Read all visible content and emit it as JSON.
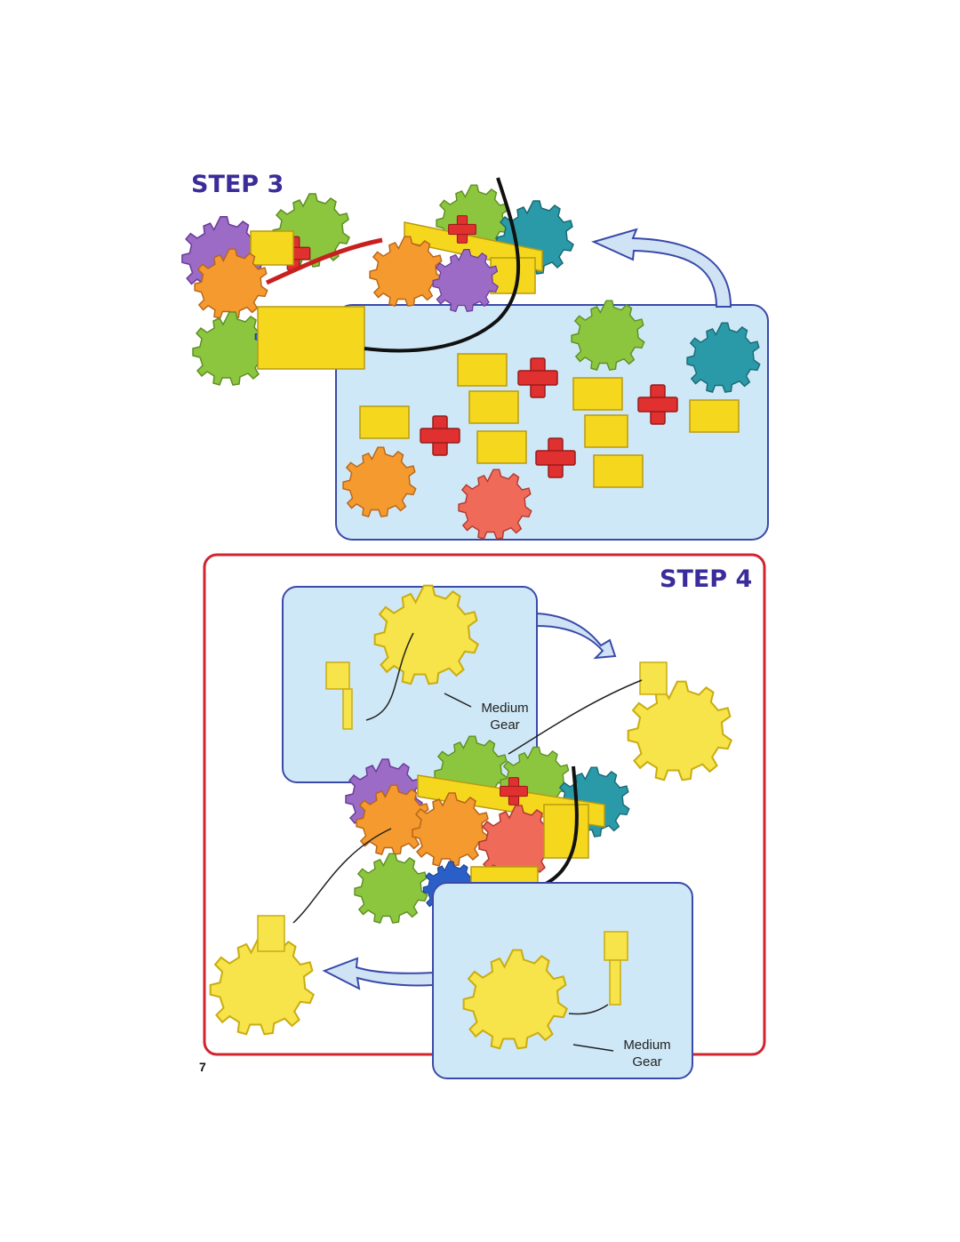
{
  "step3": {
    "title": "STEP 3"
  },
  "step4": {
    "title": "STEP 4",
    "callout_top": {
      "line1": "Medium",
      "line2": "Gear"
    },
    "callout_bottom": {
      "line1": "Medium",
      "line2": "Gear"
    }
  },
  "page_number": "7",
  "colors": {
    "step_title": "#3a2c9a",
    "panel_fill": "#cfe8f7",
    "panel_border": "#3a4aa8",
    "step4_frame": "#d1242f",
    "arrow_fill": "#cfe3f5",
    "yellow_part": "#f5d81e",
    "red_connector": "#e03030",
    "orange_gear": "#f59a2e",
    "green_gear": "#8cc63e",
    "purple_gear": "#9b6bc6",
    "teal_gear": "#2a9aa8",
    "blue_gear": "#2b5fc8",
    "pink_gear": "#f06a5a"
  },
  "icons": [
    "gear-icon",
    "connector-icon",
    "rod-icon",
    "curved-arrow-icon",
    "axle-icon"
  ]
}
